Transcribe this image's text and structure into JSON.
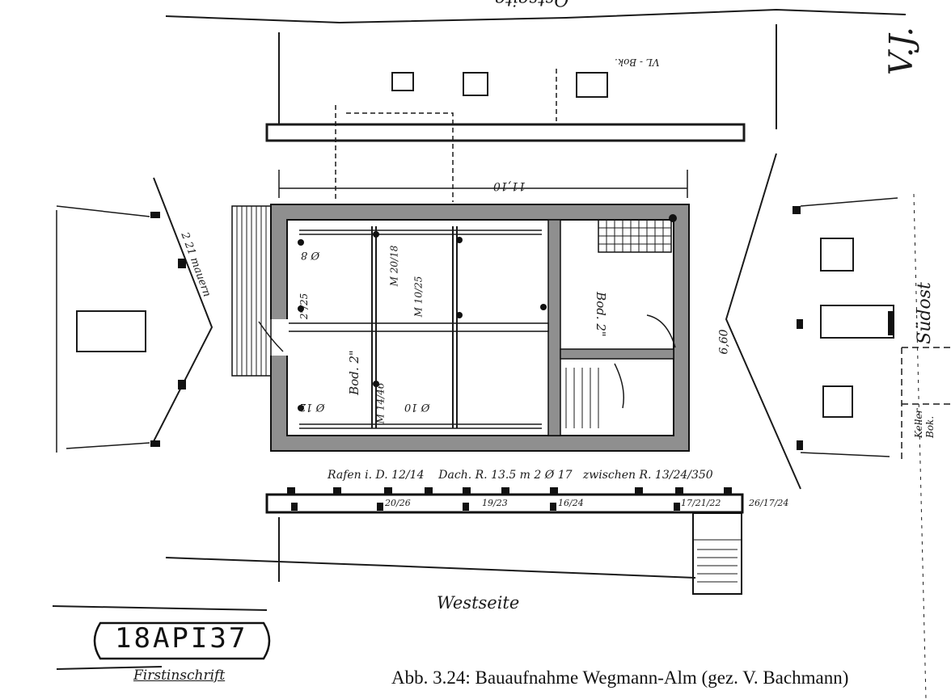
{
  "caption": "Abb. 3.24: Bauaufnahme Wegmann-Alm (gez. V. Bachmann)",
  "stamp": "18API37",
  "labels": {
    "west": "Westseite",
    "south": "Südost",
    "east_top": "Ostseite",
    "kitchen": "Bod. 2\"",
    "room_main": "Bod. 2\"",
    "beam_row": "Rafen i. D. 12/14    Dach. R. 13.5 m 2 Ø 17   zwischen R. 13/24/350",
    "height": "6,60",
    "keller": "Keller Bok.",
    "signature": "V.J.",
    "first": "Firstinschrift",
    "dim_1110": "11,10",
    "dim_wall": "2 21 mauern",
    "dim_2_25": "2\"/25",
    "dim_m1025": "M 10/25",
    "dim_m2018": "M 20/18",
    "dim_m1446": "M 14/46",
    "dim_d12": "Ø 12",
    "dim_d10": "Ø 10",
    "dim_d8": "Ø 8",
    "dim_2026": "20/26",
    "dim_1923": "19/23",
    "dim_1624": "16/24",
    "dim_1721": "17/21/22",
    "dim_2617": "26/17/24",
    "dim_vl": "VL - Bok."
  }
}
